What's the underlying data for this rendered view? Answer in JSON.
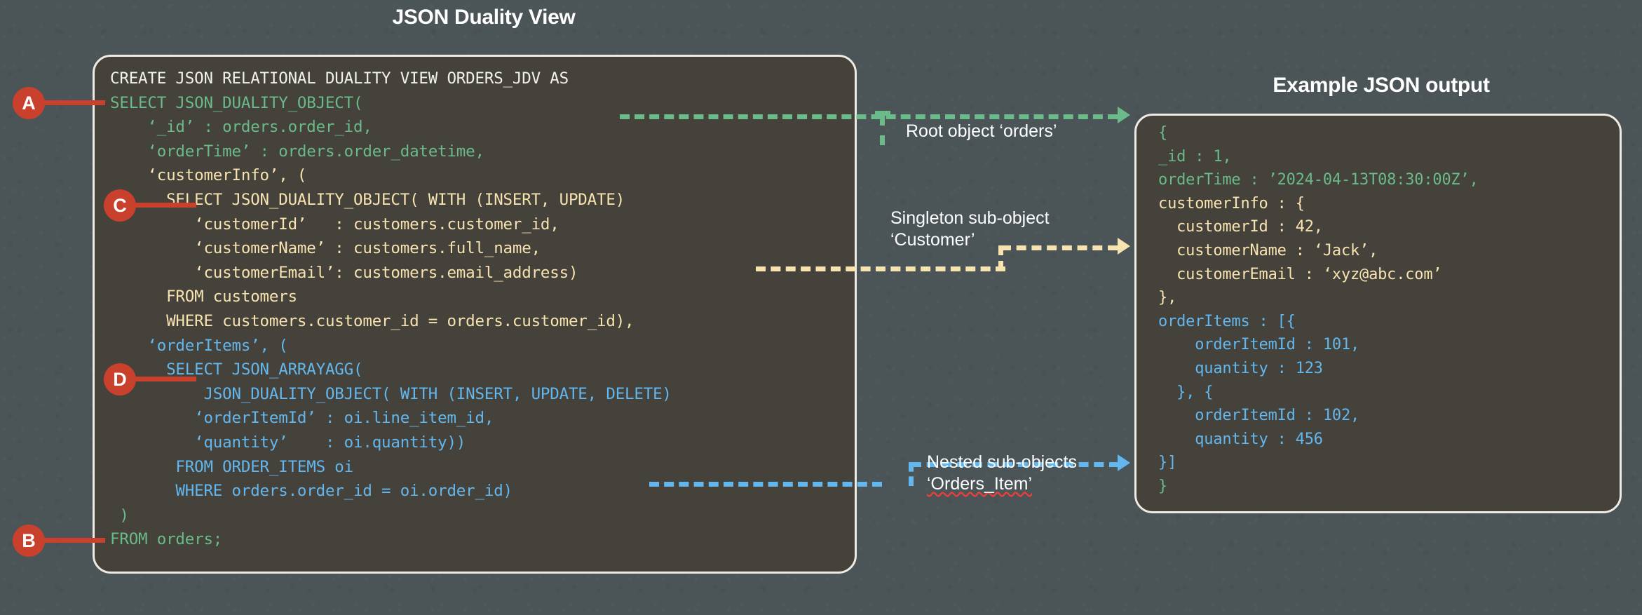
{
  "left_panel": {
    "title": "JSON Duality View",
    "sql_lines": [
      {
        "text": "CREATE JSON RELATIONAL DUALITY VIEW ORDERS_JDV AS",
        "color": "white"
      },
      {
        "text": "SELECT JSON_DUALITY_OBJECT(",
        "color": "green"
      },
      {
        "text": "    ‘_id’ : orders.order_id,",
        "color": "green"
      },
      {
        "text": "    ‘orderTime’ : orders.order_datetime,",
        "color": "green"
      },
      {
        "text": "    ‘customerInfo’, (",
        "color": "yellow"
      },
      {
        "text": "      SELECT JSON_DUALITY_OBJECT( WITH (INSERT, UPDATE)",
        "color": "yellow"
      },
      {
        "text": "         ‘customerId’   : customers.customer_id,",
        "color": "yellow"
      },
      {
        "text": "         ‘customerName’ : customers.full_name,",
        "color": "yellow"
      },
      {
        "text": "         ‘customerEmail’: customers.email_address)",
        "color": "yellow"
      },
      {
        "text": "      FROM customers",
        "color": "yellow"
      },
      {
        "text": "      WHERE customers.customer_id = orders.customer_id),",
        "color": "yellow"
      },
      {
        "text": "    ‘orderItems’, (",
        "color": "blue"
      },
      {
        "text": "      SELECT JSON_ARRAYAGG(",
        "color": "blue"
      },
      {
        "text": "          JSON_DUALITY_OBJECT( WITH (INSERT, UPDATE, DELETE)",
        "color": "blue"
      },
      {
        "text": "         ‘orderItemId’ : oi.line_item_id,",
        "color": "blue"
      },
      {
        "text": "         ‘quantity’    : oi.quantity))",
        "color": "blue"
      },
      {
        "text": "       FROM ORDER_ITEMS oi",
        "color": "blue"
      },
      {
        "text": "       WHERE orders.order_id = oi.order_id)",
        "color": "blue"
      },
      {
        "text": " )",
        "color": "green"
      },
      {
        "text": "FROM orders;",
        "color": "green"
      }
    ]
  },
  "right_panel": {
    "title": "Example JSON output",
    "json_lines": [
      {
        "text": " {",
        "color": "green"
      },
      {
        "text": " _id : 1,",
        "color": "green"
      },
      {
        "text": " orderTime : ’2024-04-13T08:30:00Z’,",
        "color": "green"
      },
      {
        "text": " customerInfo : {",
        "color": "yellow"
      },
      {
        "text": "   customerId : 42,",
        "color": "yellow"
      },
      {
        "text": "   customerName : ‘Jack’,",
        "color": "yellow"
      },
      {
        "text": "   customerEmail : ‘xyz@abc.com’",
        "color": "yellow"
      },
      {
        "text": " },",
        "color": "yellow"
      },
      {
        "text": " orderItems : [{",
        "color": "blue"
      },
      {
        "text": "     orderItemId : 101,",
        "color": "blue"
      },
      {
        "text": "     quantity : 123",
        "color": "blue"
      },
      {
        "text": "   }, {",
        "color": "blue"
      },
      {
        "text": "     orderItemId : 102,",
        "color": "blue"
      },
      {
        "text": "     quantity : 456",
        "color": "blue"
      },
      {
        "text": " }]",
        "color": "blue"
      },
      {
        "text": " }",
        "color": "green"
      }
    ]
  },
  "badges": [
    {
      "id": "A",
      "label": "A"
    },
    {
      "id": "B",
      "label": "B"
    },
    {
      "id": "C",
      "label": "C"
    },
    {
      "id": "D",
      "label": "D"
    }
  ],
  "callouts": {
    "root": {
      "text": "Root object ‘orders’",
      "color": "#6aba8a"
    },
    "singleton_line1": "Singleton sub-object",
    "singleton_line2": "‘Customer’",
    "nested_line1": "Nested sub-objects",
    "nested_line2": "‘Orders_Item’"
  },
  "colors": {
    "background": "#4b5457",
    "panel": "#45413b",
    "panel_border": "#efeae2",
    "badge": "#c9402c",
    "syntax_white": "#f2f0ec",
    "syntax_green": "#6aba8a",
    "syntax_yellow": "#f7e3b0",
    "syntax_blue": "#62b8ee",
    "squiggle": "#e8403a"
  }
}
